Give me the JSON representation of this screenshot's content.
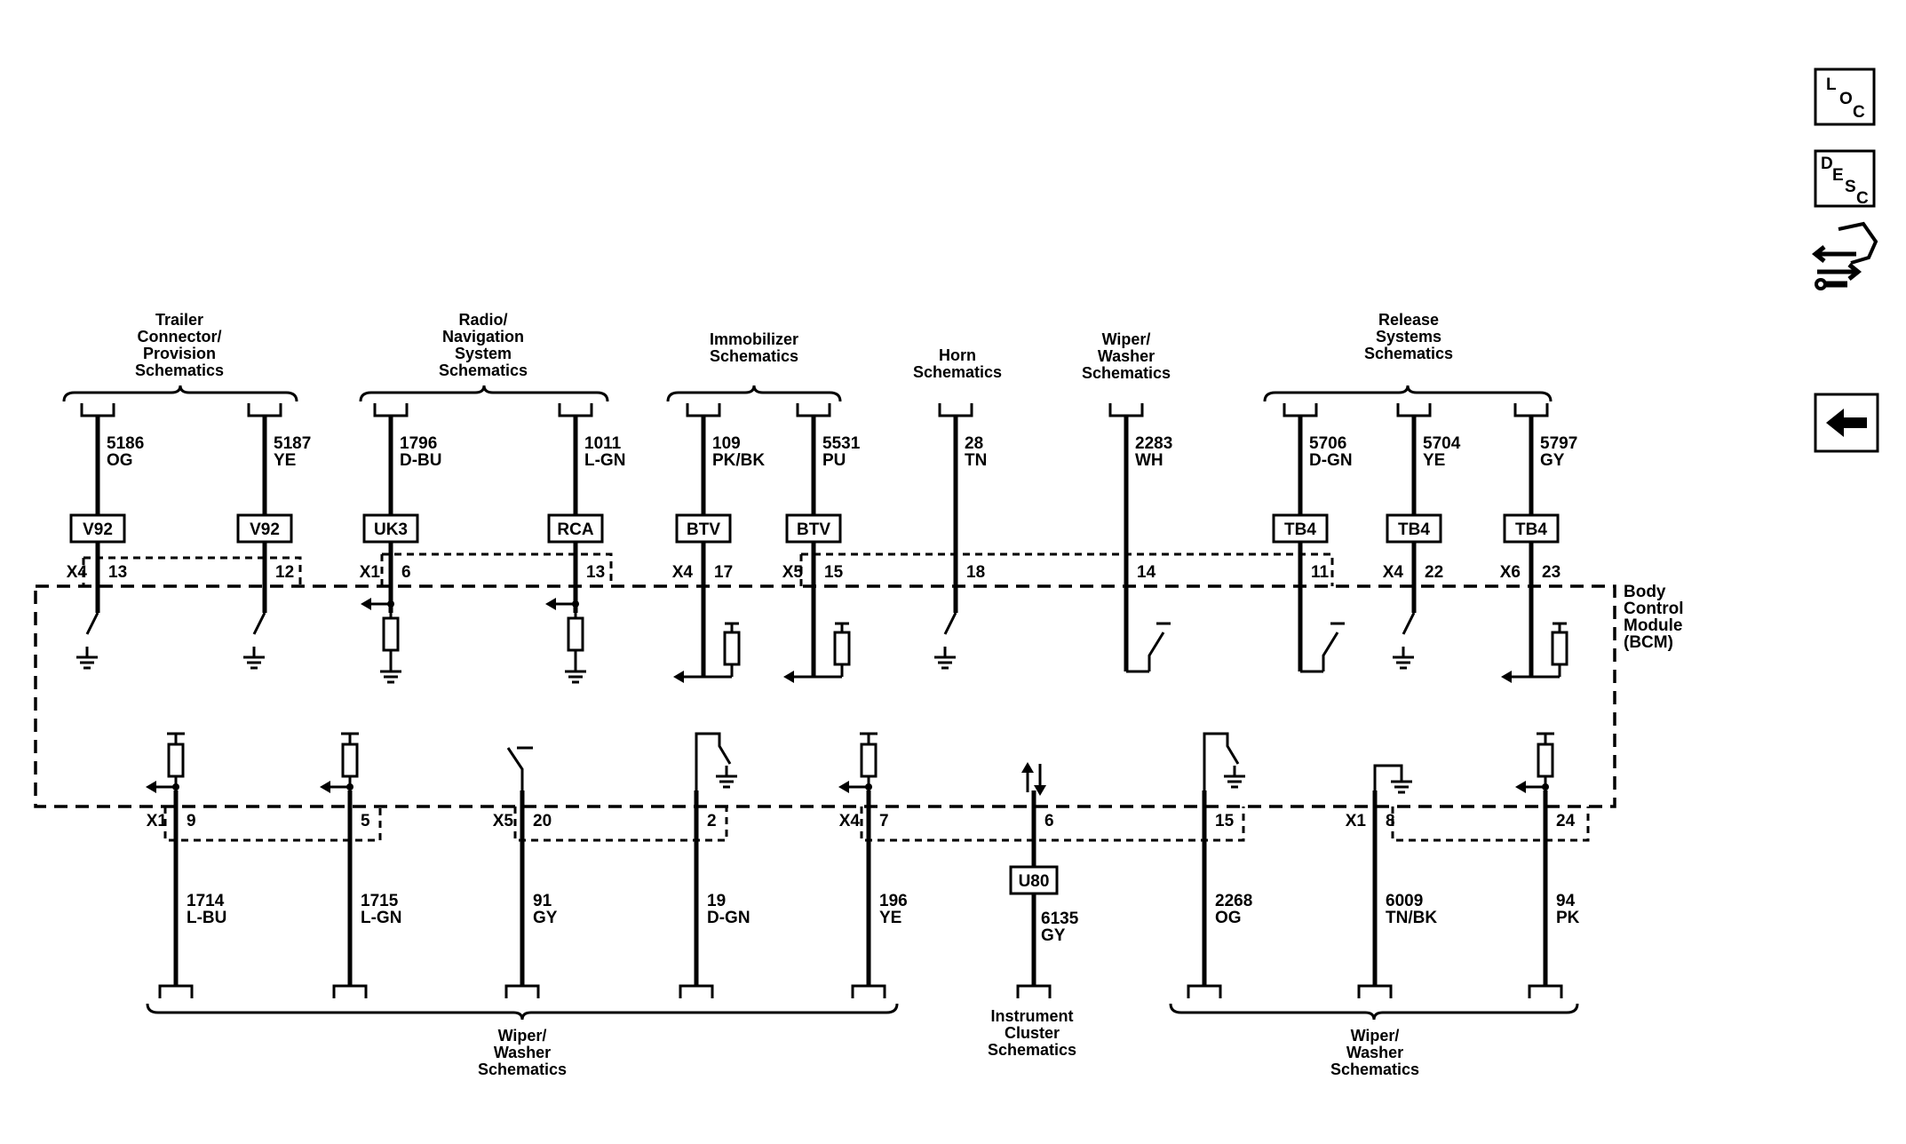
{
  "nav": {
    "loc": {
      "a": "L",
      "b": "O",
      "c": "C"
    },
    "desc": {
      "a": "D",
      "b": "E",
      "c": "S",
      "d": "C"
    }
  },
  "module": {
    "name": "Body\nControl\nModule\n(BCM)"
  },
  "top_groups": [
    {
      "title": "Trailer\nConnector/\nProvision\nSchematics"
    },
    {
      "title": "Radio/\nNavigation\nSystem\nSchematics"
    },
    {
      "title": "Immobilizer\nSchematics"
    },
    {
      "title": "Horn\nSchematics"
    },
    {
      "title": "Wiper/\nWasher\nSchematics"
    },
    {
      "title": "Release\nSystems\nSchematics"
    }
  ],
  "bottom_groups": [
    {
      "title": "Wiper/\nWasher\nSchematics"
    },
    {
      "title": "Instrument\nCluster\nSchematics"
    },
    {
      "title": "Wiper/\nWasher\nSchematics"
    }
  ],
  "top_circuits": [
    {
      "wire": "5186",
      "color": "OG",
      "option": "V92",
      "conn": "X4",
      "pin": "13"
    },
    {
      "wire": "5187",
      "color": "YE",
      "option": "V92",
      "conn": "",
      "pin": "12"
    },
    {
      "wire": "1796",
      "color": "D-BU",
      "option": "UK3",
      "conn": "X1",
      "pin": "6"
    },
    {
      "wire": "1011",
      "color": "L-GN",
      "option": "RCA",
      "conn": "",
      "pin": "13"
    },
    {
      "wire": "109",
      "color": "PK/BK",
      "option": "BTV",
      "conn": "X4",
      "pin": "17"
    },
    {
      "wire": "5531",
      "color": "PU",
      "option": "BTV",
      "conn": "X5",
      "pin": "15"
    },
    {
      "wire": "28",
      "color": "TN",
      "option": "",
      "conn": "",
      "pin": "18"
    },
    {
      "wire": "2283",
      "color": "WH",
      "option": "",
      "conn": "",
      "pin": "14"
    },
    {
      "wire": "5706",
      "color": "D-GN",
      "option": "TB4",
      "conn": "",
      "pin": "11"
    },
    {
      "wire": "5704",
      "color": "YE",
      "option": "TB4",
      "conn": "X4",
      "pin": "22"
    },
    {
      "wire": "5797",
      "color": "GY",
      "option": "TB4",
      "conn": "X6",
      "pin": "23"
    }
  ],
  "bottom_circuits": [
    {
      "wire": "1714",
      "color": "L-BU",
      "option": "",
      "conn": "X1",
      "pin": "9"
    },
    {
      "wire": "1715",
      "color": "L-GN",
      "option": "",
      "conn": "",
      "pin": "5"
    },
    {
      "wire": "91",
      "color": "GY",
      "option": "",
      "conn": "X5",
      "pin": "20"
    },
    {
      "wire": "19",
      "color": "D-GN",
      "option": "",
      "conn": "",
      "pin": "2"
    },
    {
      "wire": "196",
      "color": "YE",
      "option": "",
      "conn": "X4",
      "pin": "7"
    },
    {
      "wire": "6135",
      "color": "GY",
      "option": "U80",
      "conn": "",
      "pin": "6"
    },
    {
      "wire": "2268",
      "color": "OG",
      "option": "",
      "conn": "",
      "pin": "15"
    },
    {
      "wire": "6009",
      "color": "TN/BK",
      "option": "",
      "conn": "X1",
      "pin": "8"
    },
    {
      "wire": "94",
      "color": "PK",
      "option": "",
      "conn": "",
      "pin": "24"
    }
  ]
}
